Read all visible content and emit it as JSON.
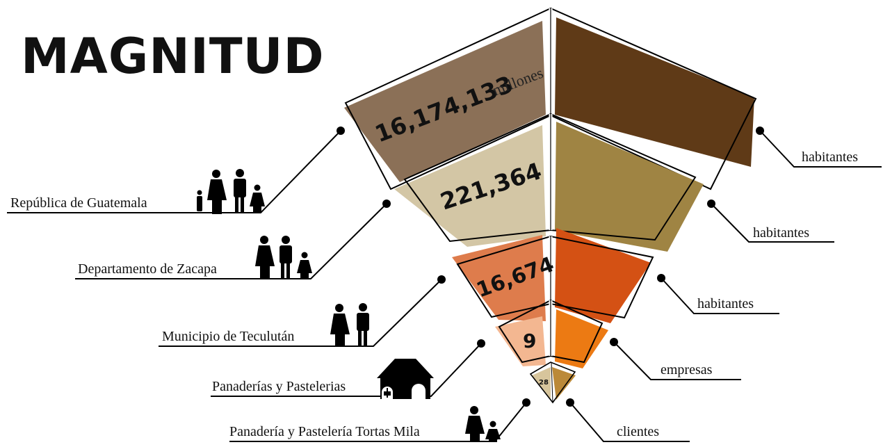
{
  "title": "MAGNITUD",
  "levels": [
    {
      "value": "16,174,133",
      "value_suffix": "millones",
      "left_label": "República de Guatemala",
      "right_label": "habitantes",
      "left_icon": "family-of-four-icon",
      "colors": {
        "left": "#8b7057",
        "right": "#5f3a17"
      }
    },
    {
      "value": "221,364",
      "left_label": "Departamento de Zacapa",
      "right_label": "habitantes",
      "left_icon": "family-of-three-icon",
      "colors": {
        "left": "#d3c6a5",
        "right": "#9f8443"
      }
    },
    {
      "value": "16,674",
      "left_label": "Municipio de Teculután",
      "right_label": "habitantes",
      "left_icon": "couple-icon",
      "colors": {
        "left": "#de7c4c",
        "right": "#d45114"
      }
    },
    {
      "value": "9",
      "left_label": "Panaderías y Pastelerias",
      "right_label": "empresas",
      "left_icon": "bakery-building-icon",
      "colors": {
        "left": "#f3b791",
        "right": "#ec7a13"
      }
    },
    {
      "value": "28",
      "left_label": "Panadería y Pastelería Tortas Mila",
      "right_label": "clientes",
      "left_icon": "mother-and-child-icon",
      "colors": {
        "left": "#d7c59c",
        "right": "#bb8938"
      }
    }
  ]
}
